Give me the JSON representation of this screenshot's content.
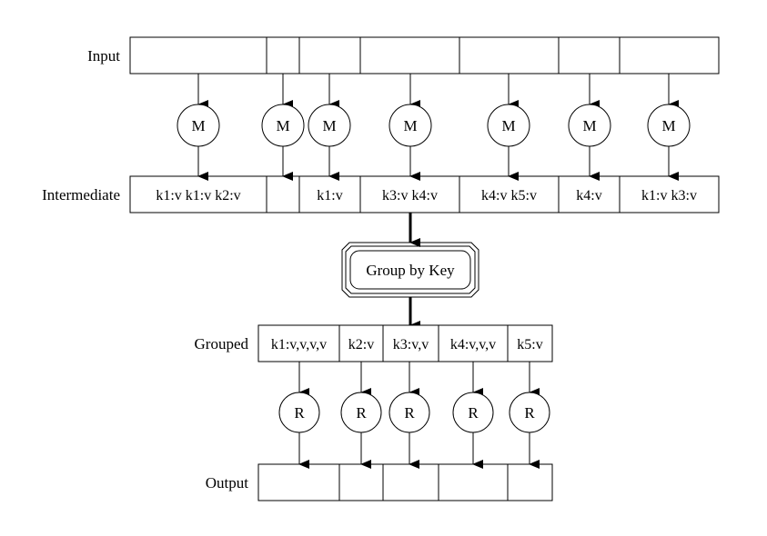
{
  "rows": {
    "input": {
      "label": "Input",
      "cells": [
        "",
        "",
        "",
        "",
        "",
        "",
        ""
      ]
    },
    "intermediate": {
      "label": "Intermediate",
      "cells": [
        "k1:v k1:v k2:v",
        "",
        "k1:v",
        "k3:v k4:v",
        "k4:v k5:v",
        "k4:v",
        "k1:v k3:v"
      ]
    },
    "grouped": {
      "label": "Grouped",
      "cells": [
        "k1:v,v,v,v",
        "k2:v",
        "k3:v,v",
        "k4:v,v,v",
        "k5:v"
      ]
    },
    "output": {
      "label": "Output",
      "cells": [
        "",
        "",
        "",
        "",
        ""
      ]
    }
  },
  "map_nodes": [
    "M",
    "M",
    "M",
    "M",
    "M",
    "M",
    "M"
  ],
  "reduce_nodes": [
    "R",
    "R",
    "R",
    "R",
    "R"
  ],
  "group_node": {
    "label": "Group by Key"
  }
}
